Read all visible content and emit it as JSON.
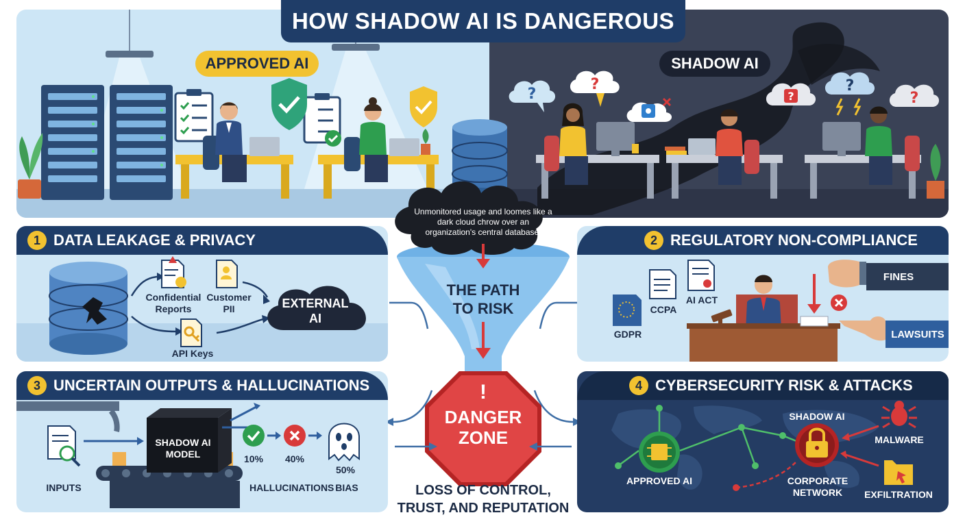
{
  "title": "HOW SHADOW AI IS DANGEROUS",
  "scene": {
    "approved_label": "APPROVED AI",
    "shadow_label": "SHADOW AI",
    "cloud_caption": "Unmonitored usage and loomes like a dark cloud chrow over an organization's central database."
  },
  "funnel": {
    "path_label": "THE PATH TO RISK",
    "danger_label": "DANGER ZONE",
    "danger_mark": "!",
    "bottom_text": "LOSS OF CONTROL, TRUST, AND REPUTATION"
  },
  "panels": {
    "p1": {
      "number": "1",
      "title": "DATA LEAKAGE & PRIVACY",
      "confidential": "Confidential Reports",
      "customer": "Customer PII",
      "api": "API Keys",
      "external": "EXTERNAL AI"
    },
    "p2": {
      "number": "2",
      "title": "REGULATORY NON-COMPLIANCE",
      "gdpr": "GDPR",
      "ccpa": "CCPA",
      "aiact": "AI ACT",
      "fines": "FINES",
      "lawsuits": "LAWSUITS"
    },
    "p3": {
      "number": "3",
      "title": "UNCERTAIN OUTPUTS & HALLUCINATIONS",
      "inputs": "INPUTS",
      "model": "SHADOW AI MODEL",
      "pct_ok": "10%",
      "pct_bad": "40%",
      "pct_bias": "50%",
      "hallucinations": "HALLUCINATIONS",
      "bias": "BIAS"
    },
    "p4": {
      "number": "4",
      "title": "CYBERSECURITY RISK & ATTACKS",
      "approved": "APPROVED AI",
      "shadow": "SHADOW AI",
      "corporate": "CORPORATE NETWORK",
      "malware": "MALWARE",
      "exfil": "EXFILTRATION"
    }
  },
  "colors": {
    "navy": "#1f3d68",
    "yellow": "#f2c230",
    "danger_red": "#d83a3a",
    "light_blue": "#cfe6f5",
    "dark_panel": "#243c63"
  }
}
